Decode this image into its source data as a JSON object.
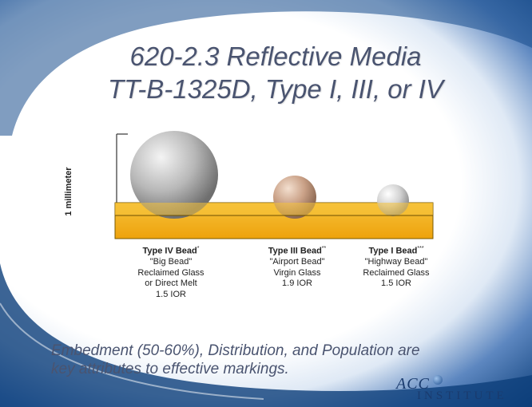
{
  "slide": {
    "title_line1": "620-2.3 Reflective Media",
    "title_line2": "TT-B-1325D, Type I, III, or IV",
    "scale_label": "1 millimeter",
    "beads": [
      {
        "name": "Type IV Bead",
        "mark": "*",
        "lines": [
          "\"Big Bead\"",
          "Reclaimed Glass",
          "or Direct Melt",
          "1.5 IOR"
        ]
      },
      {
        "name": "Type III Bead",
        "mark": "**",
        "lines": [
          "\"Airport Bead\"",
          "Virgin Glass",
          "1.9 IOR"
        ]
      },
      {
        "name": "Type I Bead",
        "mark": "***",
        "lines": [
          "\"Highway Bead\"",
          "Reclaimed Glass",
          "1.5 IOR"
        ]
      }
    ],
    "footer_line1": "Embedment (50-60%), Distribution, and Population are",
    "footer_line2": "key attributes to effective markings.",
    "logo_text": "ACC",
    "logo_subtext": "INSTITUTE",
    "colors": {
      "title": "#4a5470",
      "band": "#f2b21c",
      "background_edge": "#0d3f7a"
    }
  }
}
